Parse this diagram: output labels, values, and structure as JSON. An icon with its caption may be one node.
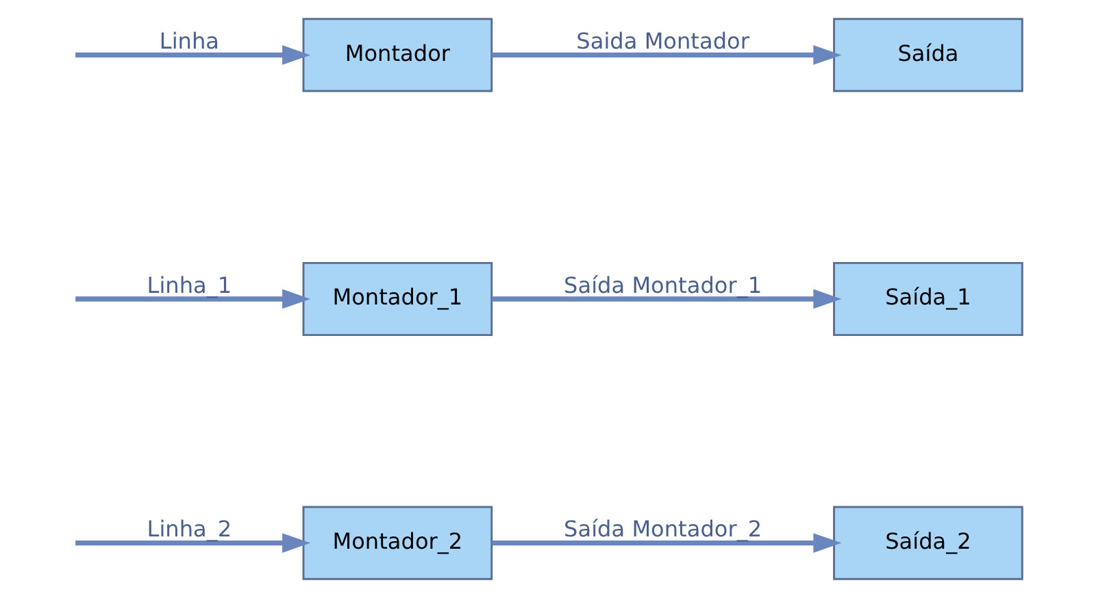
{
  "diagram": {
    "nodes": [
      {
        "text": [
          "Montador"
        ]
      },
      {
        "text": [
          "Saída"
        ]
      },
      {
        "text": [
          "Montador_1"
        ]
      },
      {
        "text": [
          "Saída_1"
        ]
      },
      {
        "text": [
          "Montador_2"
        ]
      },
      {
        "text": [
          "Saída_2"
        ]
      }
    ],
    "edges": [
      {
        "from": null,
        "to": 0,
        "arrow": "to",
        "label": "Linha"
      },
      {
        "from": 0,
        "to": 1,
        "arrow": "to",
        "label": "Saida Montador"
      },
      {
        "from": null,
        "to": 2,
        "arrow": "to",
        "label": "Linha_1"
      },
      {
        "from": 2,
        "to": 3,
        "arrow": "to",
        "label": "Saída Montador_1"
      },
      {
        "from": null,
        "to": 4,
        "arrow": "to",
        "label": "Linha_2"
      },
      {
        "from": 4,
        "to": 5,
        "arrow": "to",
        "label": "Saída Montador_2"
      }
    ]
  }
}
